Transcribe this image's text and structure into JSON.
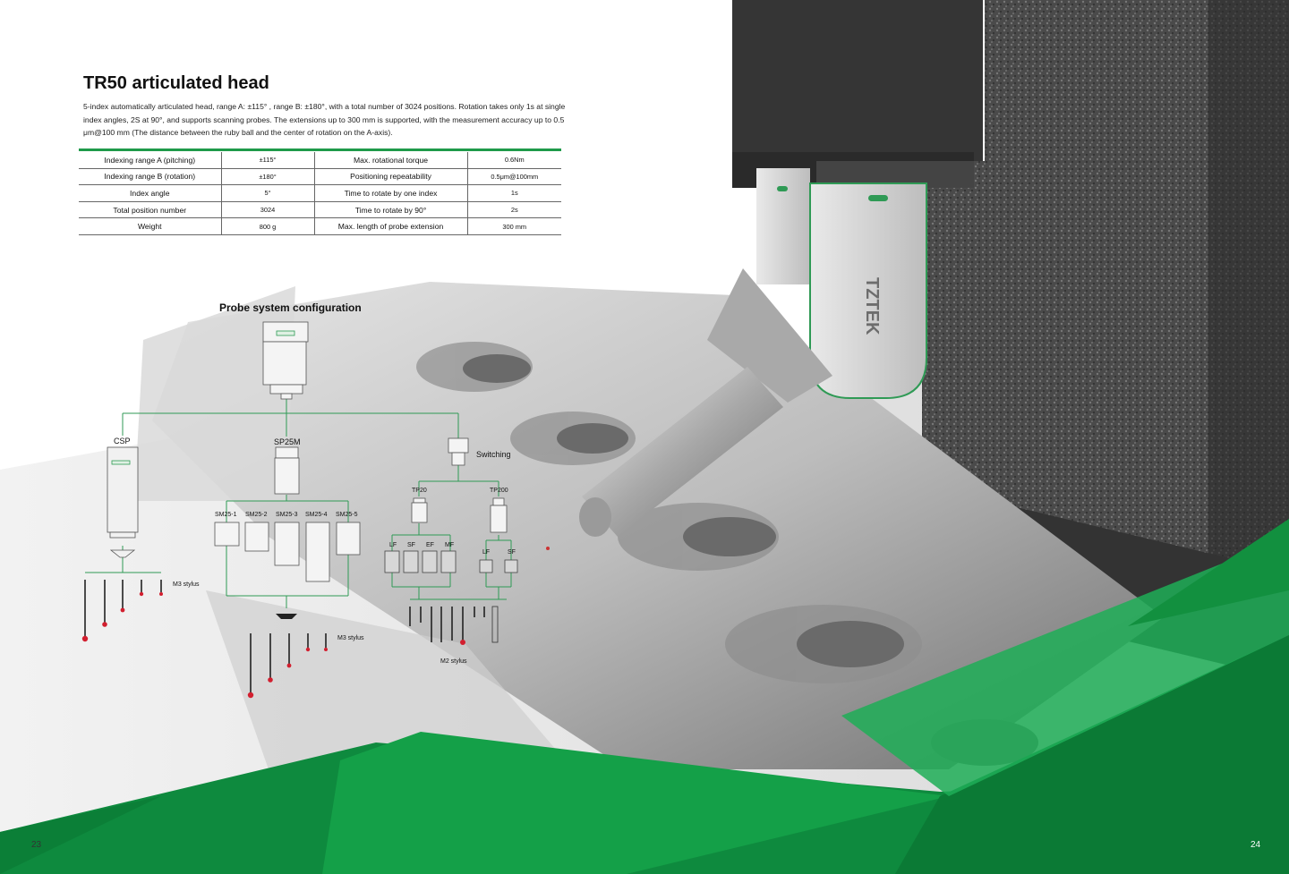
{
  "header": {
    "title": "TR50 articulated head",
    "description": "5-index automatically articulated head, range A: ±115° , range B: ±180°, with a total number of 3024 positions. Rotation takes only 1s at single index angles, 2S at 90°, and supports scanning probes. The extensions up to 300 mm is supported, with the measurement accuracy up to 0.5 μm@100 mm (The distance between the ruby ball and the center of rotation on the A-axis)."
  },
  "specs": [
    {
      "label": "Indexing range A (pitching)",
      "value": "±115°",
      "label2": "Max. rotational torque",
      "value2": "0.6Nm"
    },
    {
      "label": "Indexing range B (rotation)",
      "value": "±180°",
      "label2": "Positioning repeatability",
      "value2": "0.5μm@100mm"
    },
    {
      "label": "Index angle",
      "value": "5°",
      "label2": "Time to rotate by one index",
      "value2": "1s"
    },
    {
      "label": "Total position number",
      "value": "3024",
      "label2": "Time to rotate by 90°",
      "value2": "2s"
    },
    {
      "label": "Weight",
      "value": "800 g",
      "label2": "Max. length of probe extension",
      "value2": "300 mm"
    }
  ],
  "diagram": {
    "title": "Probe system configuration",
    "csp": "CSP",
    "sp25m": "SP25M",
    "switching": "Switching",
    "tp20": "TP20",
    "tp200": "TP200",
    "sm_modules": [
      "SM25-1",
      "SM25-2",
      "SM25-3",
      "SM25-4",
      "SM25-5"
    ],
    "tp20_modules": [
      "LF",
      "SF",
      "EF",
      "MF"
    ],
    "tp200_modules": [
      "LF",
      "SF"
    ],
    "csp_stylus": "M3 stylus",
    "sp25_stylus": "M3 stylus",
    "m2_stylus": "M2 stylus"
  },
  "brand": {
    "logo_text": "TZTEK"
  },
  "pages": {
    "left": "23",
    "right": "24"
  },
  "colors": {
    "accent_green": "#1f9a4a",
    "dark_green": "#0e7a3a",
    "machine_gray": "#3a3a3a"
  }
}
